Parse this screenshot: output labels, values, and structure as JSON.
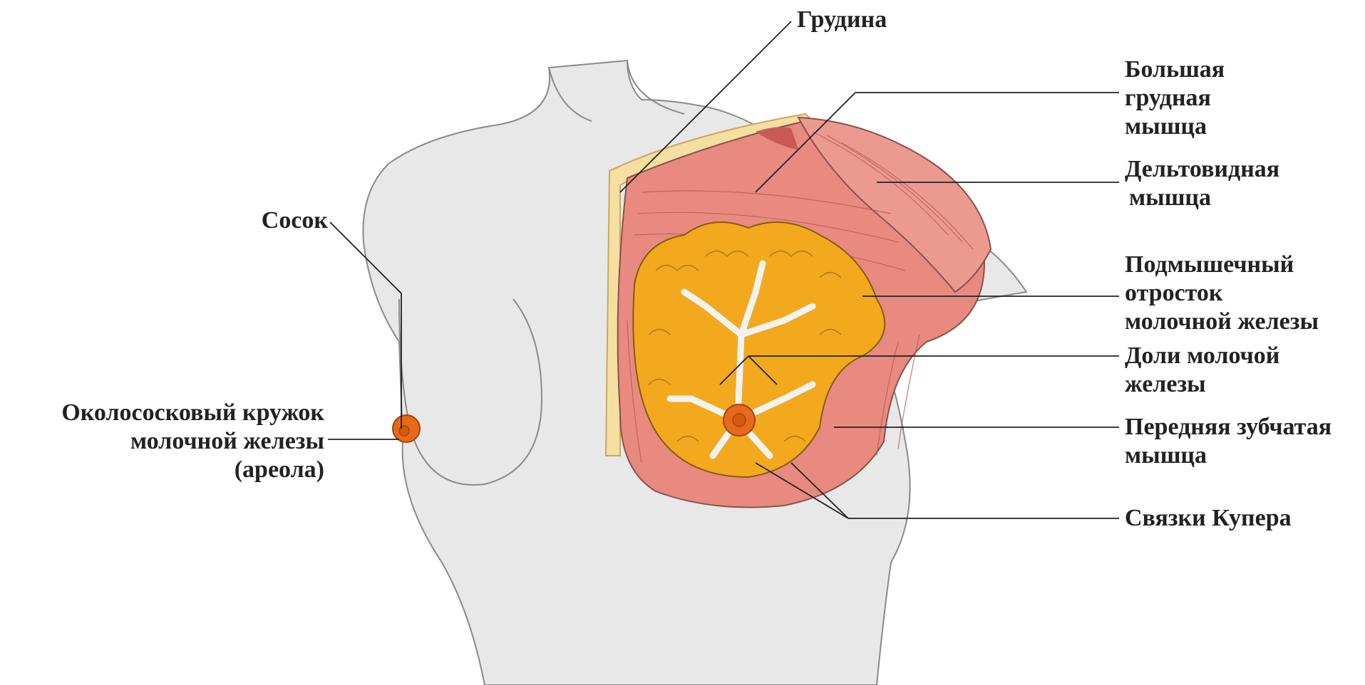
{
  "colors": {
    "background": "#ffffff",
    "skin": "#e8e8e8",
    "outline": "#8a8a8a",
    "muscle": "#e88a80",
    "muscle_dark": "#c85a55",
    "gland": "#f3a91e",
    "gland_light": "#f8c24a",
    "ducts": "#f2f2f2",
    "sternum": "#f5dfa0",
    "areola": "#e66a1a",
    "text": "#222222",
    "leader": "#222222"
  },
  "labels": {
    "sternum": [
      "Грудина"
    ],
    "pectoralis_major": [
      "Большая",
      "грудная",
      "мышца"
    ],
    "deltoid": [
      "Дельтовидная",
      "мышца"
    ],
    "axillary_tail": [
      "Подмышечный",
      "отросток",
      "молочной железы"
    ],
    "lobes": [
      "Доли молочой",
      "железы"
    ],
    "serratus_anterior": [
      "Передняя зубчатая",
      "мышца"
    ],
    "cooper_ligaments": [
      "Связки Купера"
    ],
    "nipple": [
      "Сосок"
    ],
    "areola": [
      "Околососковый кружок",
      "молочной железы",
      "(ареола)"
    ]
  }
}
